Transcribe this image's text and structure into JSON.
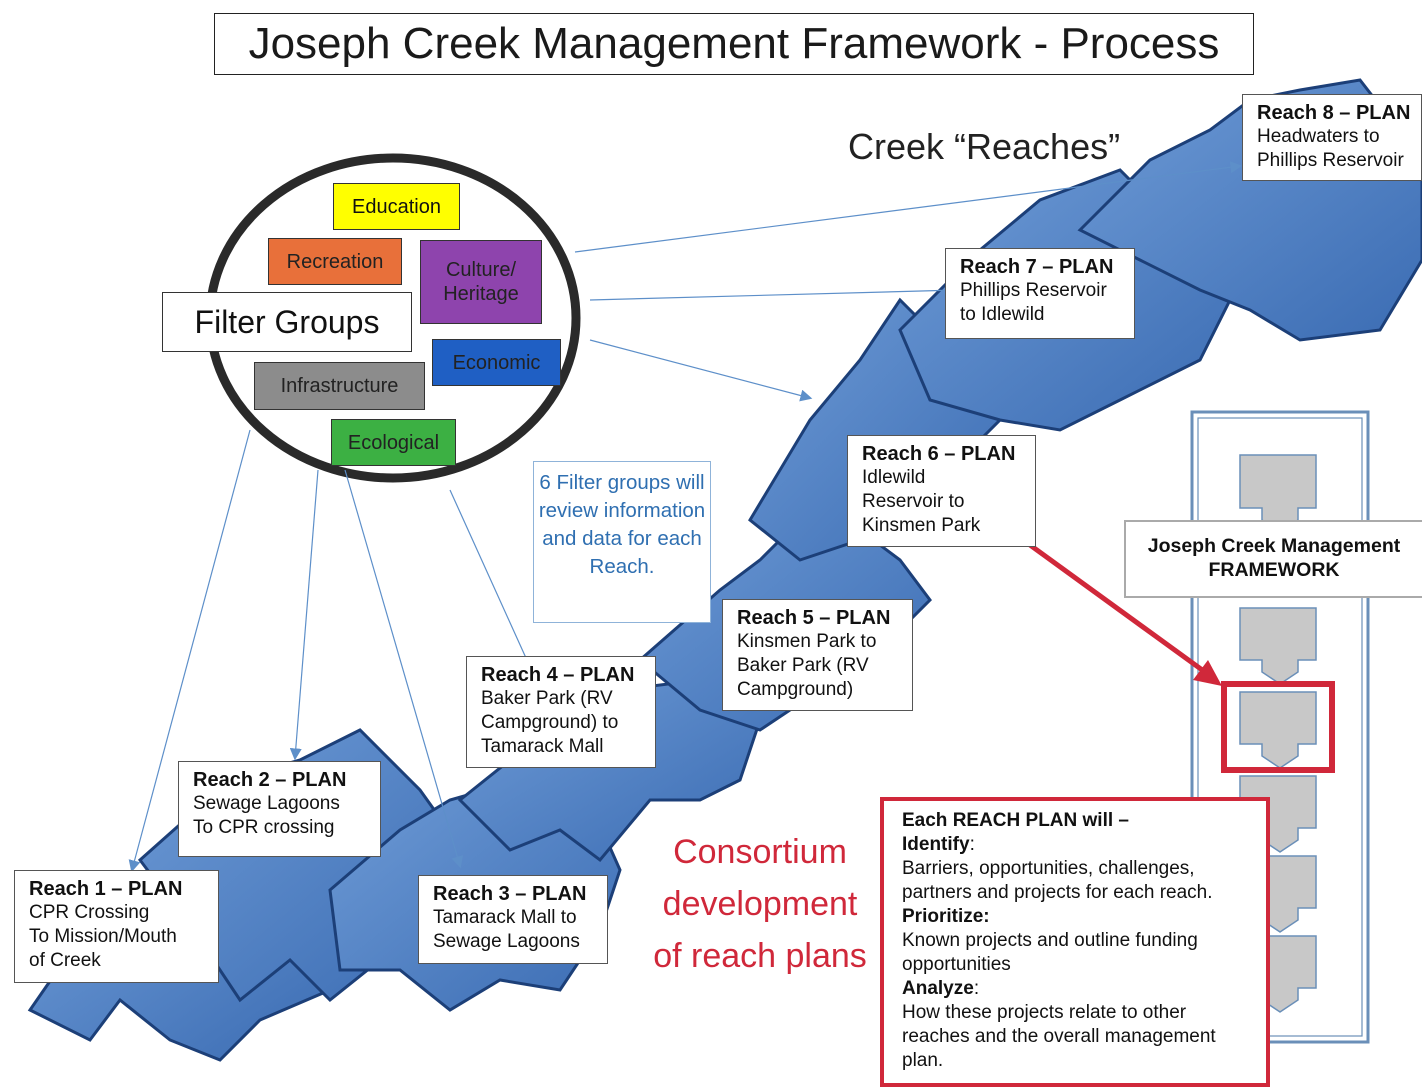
{
  "title": "Joseph Creek Management Framework - Process",
  "reaches_label": "Creek “Reaches”",
  "filter_groups": {
    "label": "Filter Groups",
    "groups": [
      {
        "name": "Education",
        "color": "#ffff00"
      },
      {
        "name": "Recreation",
        "color": "#e8703a"
      },
      {
        "name": "Culture/ Heritage",
        "color": "#8e44ad"
      },
      {
        "name": "Economic",
        "color": "#1f5fc4"
      },
      {
        "name": "Infrastructure",
        "color": "#8c8c8c"
      },
      {
        "name": "Ecological",
        "color": "#3cb043"
      }
    ]
  },
  "filter_note": "6 Filter groups will review information and data for each Reach.",
  "reaches": [
    {
      "title": "Reach 1 – PLAN",
      "lines": [
        "CPR Crossing",
        "To Mission/Mouth",
        "of Creek"
      ]
    },
    {
      "title": "Reach 2 – PLAN",
      "lines": [
        "Sewage Lagoons",
        "To CPR crossing"
      ]
    },
    {
      "title": "Reach 3 – PLAN",
      "lines": [
        "Tamarack Mall to",
        "Sewage Lagoons"
      ]
    },
    {
      "title": "Reach 4 – PLAN",
      "lines": [
        "Baker Park (RV",
        "Campground) to",
        "Tamarack Mall"
      ]
    },
    {
      "title": "Reach 5 – PLAN",
      "lines": [
        "Kinsmen Park to",
        "Baker Park (RV",
        "Campground)"
      ]
    },
    {
      "title": "Reach 6 – PLAN",
      "lines": [
        "Idlewild",
        "Reservoir to",
        "Kinsmen Park"
      ]
    },
    {
      "title": "Reach 7 – PLAN",
      "lines": [
        "Phillips Reservoir",
        "to Idlewild"
      ]
    },
    {
      "title": "Reach 8 – PLAN",
      "lines": [
        "Headwaters to",
        "Phillips Reservoir"
      ]
    }
  ],
  "consortium": [
    "Consortium",
    "development",
    "of reach plans"
  ],
  "framework_label": [
    "Joseph Creek Management",
    "FRAMEWORK"
  ],
  "reach_plan_box": {
    "heading": "Each REACH PLAN will –",
    "identify_label": "Identify",
    "identify_text": "Barriers, opportunities, challenges, partners and projects for each reach.",
    "prioritize_label": "Prioritize:",
    "prioritize_text": "Known projects and outline funding opportunities",
    "analyze_label": "Analyze",
    "analyze_text": "How these projects relate to other reaches and the overall management plan."
  },
  "colors": {
    "arrow_fill": "#4a7cc0",
    "arrow_stroke": "#1c3f78",
    "connector": "#5d8fc9",
    "highlight": "#d0283a",
    "framework_gray": "#c8c8c8"
  }
}
